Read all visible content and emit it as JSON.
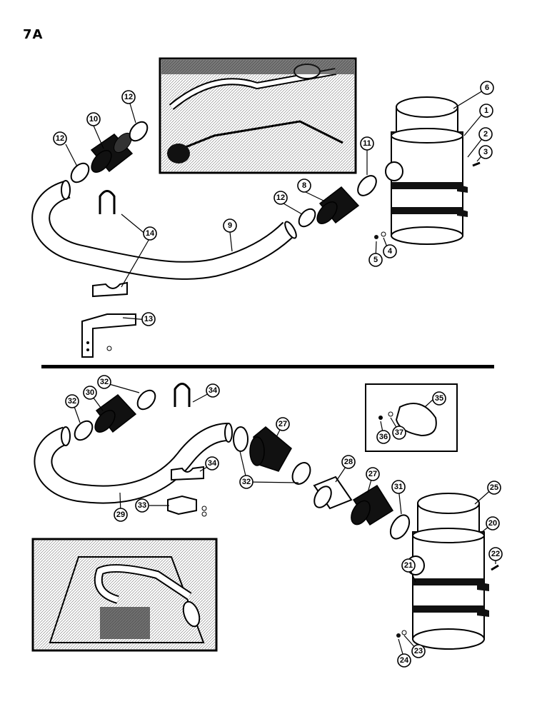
{
  "page_label": "7A",
  "colors": {
    "ink": "#000000",
    "paper": "#ffffff",
    "rubber": "#111111"
  },
  "upper_callouts": {
    "c1": "1",
    "c2": "2",
    "c3": "3",
    "c4": "4",
    "c5": "5",
    "c6": "6",
    "c8": "8",
    "c9": "9",
    "c10": "10",
    "c11": "11",
    "c12a": "12",
    "c12b": "12",
    "c12c": "12",
    "c13": "13",
    "c14": "14"
  },
  "lower_callouts": {
    "c20": "20",
    "c21": "21",
    "c22": "22",
    "c23": "23",
    "c24": "24",
    "c25": "25",
    "c27a": "27",
    "c27b": "27",
    "c28": "28",
    "c29": "29",
    "c30": "30",
    "c31": "31",
    "c32a": "32",
    "c32b": "32",
    "c32c": "32",
    "c33": "33",
    "c34a": "34",
    "c34b": "34",
    "c35": "35",
    "c36": "36",
    "c37": "37"
  }
}
